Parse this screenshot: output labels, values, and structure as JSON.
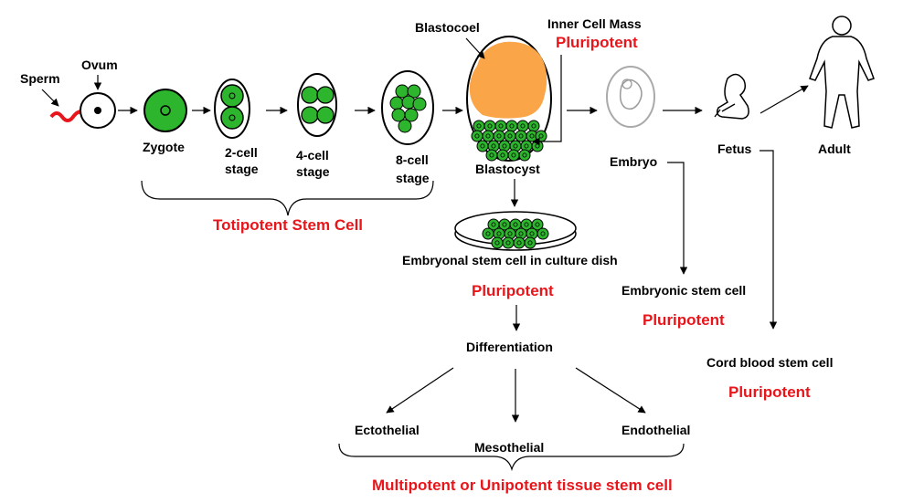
{
  "labels": {
    "sperm": "Sperm",
    "ovum": "Ovum",
    "zygote": "Zygote",
    "two_cell_line1": "2-cell",
    "two_cell_line2": "stage",
    "four_cell_line1": "4-cell",
    "four_cell_line2": "stage",
    "eight_cell_line1": "8-cell",
    "eight_cell_line2": "stage",
    "blastocoel": "Blastocoel",
    "inner_cell_mass": "Inner Cell Mass",
    "blastocyst": "Blastocyst",
    "embryo": "Embryo",
    "fetus": "Fetus",
    "adult": "Adult",
    "culture_dish": "Embryonal stem cell in culture dish",
    "differentiation": "Differentiation",
    "ectothelial": "Ectothelial",
    "mesothelial": "Mesothelial",
    "endothelial": "Endothelial",
    "embryonic_stem_cell": "Embryonic stem cell",
    "cord_blood_stem_cell": "Cord blood stem cell"
  },
  "potency": {
    "totipotent": "Totipotent Stem Cell",
    "pluripotent_icm": "Pluripotent",
    "pluripotent_dish": "Pluripotent",
    "pluripotent_embryonic": "Pluripotent",
    "pluripotent_cord": "Pluripotent",
    "multipotent": "Multipotent or Unipotent tissue stem cell"
  },
  "colors": {
    "cell_green": "#2db52d",
    "blastocoel_orange": "#f9a548",
    "potency_red": "#e8151b",
    "sperm_red": "#e8151b"
  }
}
